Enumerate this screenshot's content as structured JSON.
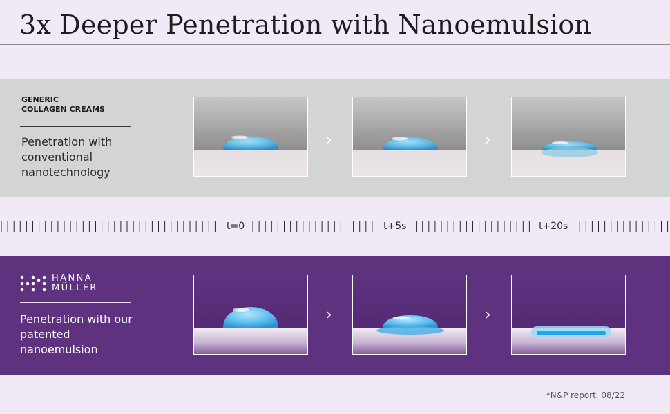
{
  "title": "3x Deeper Penetration with Nanoemulsion",
  "generic": {
    "tag": "GENERIC\nCOLLAGEN CREAMS",
    "description": "Penetration with conventional nanotechnology"
  },
  "brand": {
    "logo_line1": "HANNA",
    "logo_line2": "MÜLLER",
    "description": "Penetration with our patented nanoemulsion"
  },
  "timeline": {
    "labels": [
      "t=0",
      "t+5s",
      "t+20s"
    ]
  },
  "chevron": "›",
  "footnote": "*N&P report, 08/22",
  "colors": {
    "page_bg": "#f1e9f6",
    "generic_band": "#d3d4d4",
    "brand_band": "#5e327f",
    "droplet": "#4fb6e6"
  },
  "icons": {
    "logo": "dot-grid-logo-icon",
    "arrow": "chevron-right-icon"
  }
}
